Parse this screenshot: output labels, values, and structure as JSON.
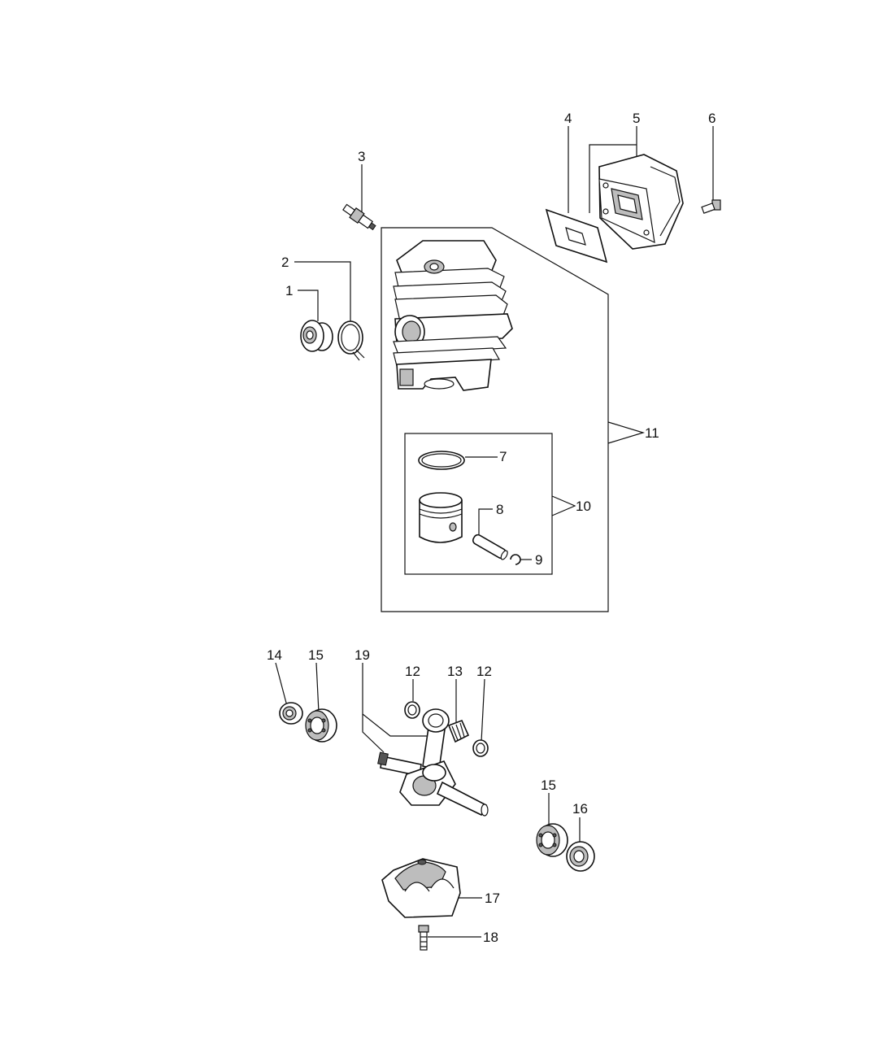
{
  "callouts": {
    "c1": "1",
    "c2": "2",
    "c3": "3",
    "c4": "4",
    "c5": "5",
    "c6": "6",
    "c7": "7",
    "c8": "8",
    "c9": "9",
    "c10": "10",
    "c11": "11",
    "c12a": "12",
    "c12b": "12",
    "c13": "13",
    "c14": "14",
    "c15a": "15",
    "c15b": "15",
    "c16": "16",
    "c17": "17",
    "c18": "18",
    "c19": "19"
  }
}
